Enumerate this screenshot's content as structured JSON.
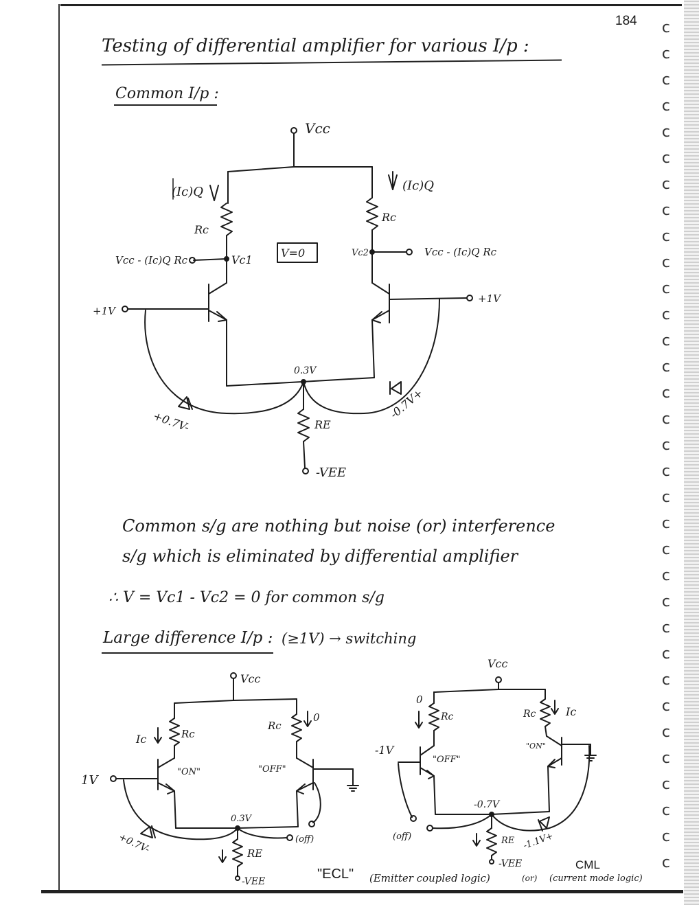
{
  "page_number": "184",
  "title": "Testing of differential amplifier for various I/p :",
  "section_common": "Common I/p :",
  "circuit1": {
    "vcc": "Vcc",
    "ic_left": "(Ic)Q",
    "ic_right": "(Ic)Q",
    "rc_left": "Rc",
    "rc_right": "Rc",
    "vc1": "Vc1",
    "vc2": "Vc2",
    "out_left": "Vcc - (Ic)Q Rc",
    "out_right": "Vcc - (Ic)Q Rc",
    "v_box": "V=0",
    "in_left": "+1V",
    "in_right": "+1V",
    "emitter_v": "0.3V",
    "diode_left": "+0.7V-",
    "diode_right": "-0.7V+",
    "re": "RE",
    "vee": "-VEE"
  },
  "note_line1": "Common s/g are nothing but noise (or) interference",
  "note_line2": "s/g which is eliminated by differential amplifier",
  "equation": "∴ V = Vc1 - Vc2 = 0   for common s/g",
  "section_large": "Large difference I/p :",
  "section_large_extra": "(≥1V) → switching",
  "circuit2": {
    "vcc": "Vcc",
    "ic": "Ic",
    "rc_left": "Rc",
    "rc_right": "Rc",
    "zero": "0",
    "on": "\"ON\"",
    "off": "\"OFF\"",
    "in": "1V",
    "emitter_v": "0.3V",
    "diode": "+0.7V-",
    "re": "RE",
    "vee": "-VEE",
    "off_label": "(off)"
  },
  "circuit3": {
    "vcc": "Vcc",
    "zero": "0",
    "rc_left": "Rc",
    "rc_right": "Rc",
    "ic": "Ic",
    "in": "-1V",
    "off": "\"OFF\"",
    "on": "\"ON\"",
    "emitter_v": "-0.7V",
    "off_label": "(off)",
    "re": "RE",
    "vee": "-VEE",
    "diode": "-1.1V+"
  },
  "ecl": "\"ECL\"",
  "ecl_full": "(Emitter coupled logic)",
  "or_text": "(or)",
  "cml": "CML",
  "cml_full": "(current mode logic)"
}
